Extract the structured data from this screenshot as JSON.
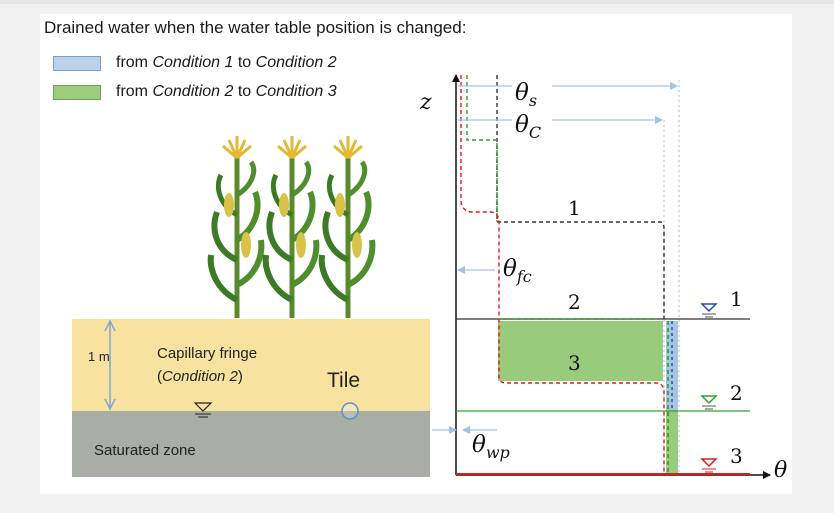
{
  "heading": "Drained water when the water table position is changed:",
  "legend": {
    "blue": {
      "prefix": "from ",
      "cond_a": "Condition 1",
      "mid": " to ",
      "cond_b": "Condition 2",
      "color": "#bcd2ea"
    },
    "green": {
      "prefix": "from ",
      "cond_a": "Condition 2",
      "mid": " to ",
      "cond_b": "Condition 3",
      "color": "#9dcb7e"
    }
  },
  "soil": {
    "depth_label": "1 m",
    "fringe_line1": "Capillary fringe",
    "fringe_paren_open": "(",
    "fringe_condition": "Condition 2",
    "fringe_paren_close": ")",
    "tile_label": "Tile",
    "saturated_label": "Saturated zone",
    "fringe_color": "#f8e2a0",
    "saturated_color": "#a8ada5"
  },
  "graph": {
    "z_axis": "z",
    "theta_axis": "θ",
    "theta_s": "θ",
    "theta_s_sub": "s",
    "theta_c": "θ",
    "theta_c_sub": "C",
    "theta_fc": "θ",
    "theta_fc_sub": "fc",
    "theta_wp": "θ",
    "theta_wp_sub": "wp",
    "curve_labels": [
      "1",
      "2",
      "3"
    ],
    "table_labels": [
      "1",
      "2",
      "3"
    ],
    "colors": {
      "cond1": "#333333",
      "cond2": "#2ca02c",
      "cond3": "#e0191b",
      "blue": "#a8c4e4",
      "green": "#98cb7c",
      "wt_icon": "#1f4fb4"
    }
  }
}
